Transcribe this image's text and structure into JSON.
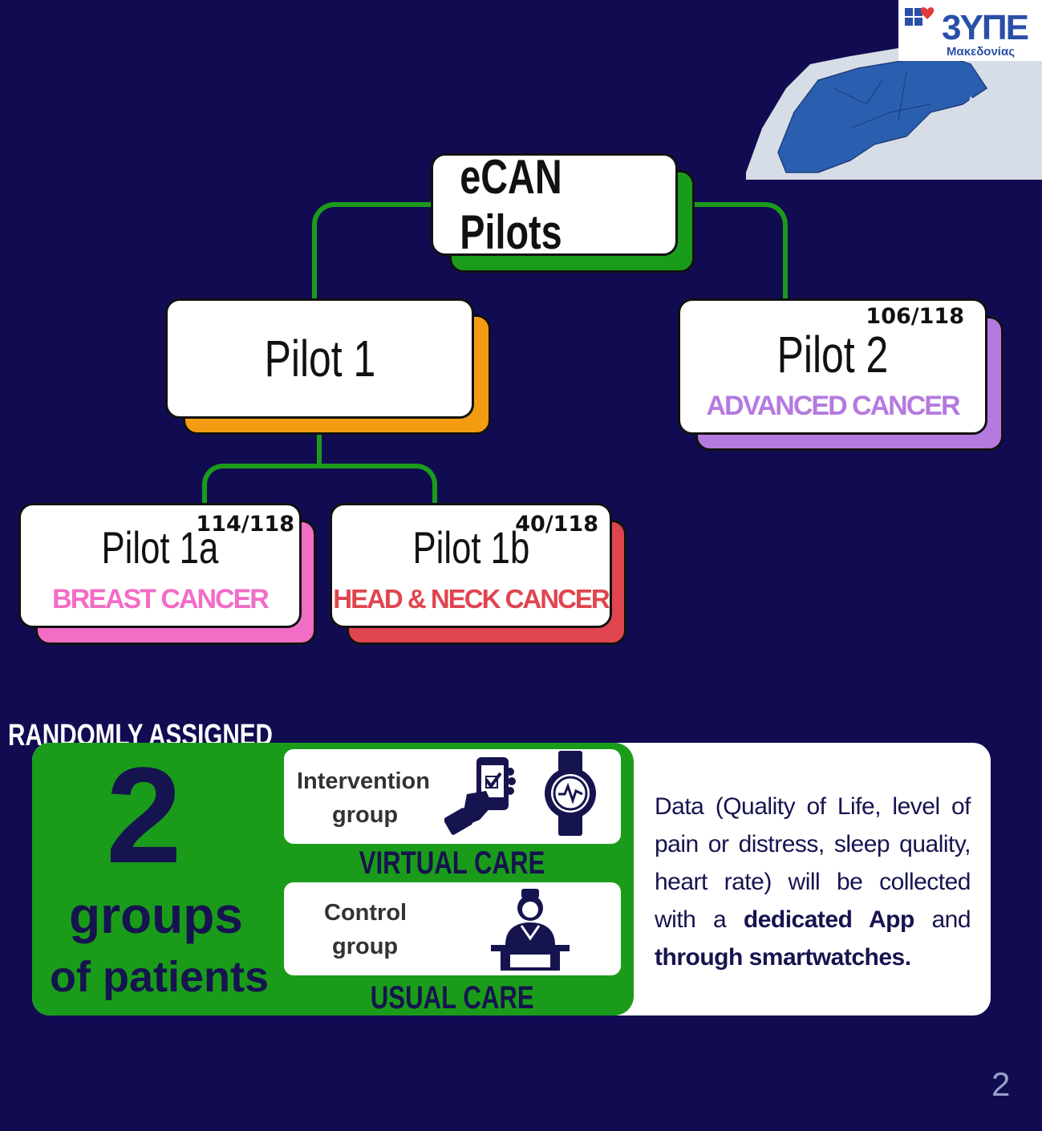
{
  "logo": {
    "text_main": "3ΥΠΕ",
    "text_sub": "Μακεδονίας"
  },
  "root": {
    "title": "eCAN Pilots"
  },
  "pilot1": {
    "title": "Pilot 1"
  },
  "pilot2": {
    "title": "Pilot 2",
    "subtitle": "ADVANCED CANCER",
    "count": "106/118"
  },
  "pilot1a": {
    "title": "Pilot 1a",
    "subtitle": "BREAST CANCER",
    "count": "114/118"
  },
  "pilot1b": {
    "title": "Pilot 1b",
    "subtitle": "HEAD & NECK CANCER",
    "count": "40/118"
  },
  "assignment": {
    "header": "RANDOMLY ASSIGNED",
    "number": "2",
    "groups_word": "groups",
    "of_patients": "of patients",
    "intervention_line1": "Intervention",
    "intervention_line2": "group",
    "virtual_care": "VIRTUAL CARE",
    "control_line1": "Control",
    "control_line2": "group",
    "usual_care": "USUAL CARE",
    "description_parts": [
      "Data (Quality of Life, level of pain or distress, sleep quality, heart rate) will be collected with a ",
      "dedicated App",
      " and ",
      "through smartwatches."
    ]
  },
  "page_number": "2",
  "colors": {
    "background": "#110c52",
    "green": "#1a9c1a",
    "orange": "#f39c12",
    "purple": "#b57ae0",
    "pink": "#f26dc6",
    "red": "#e0454f",
    "navy": "#16144f"
  }
}
